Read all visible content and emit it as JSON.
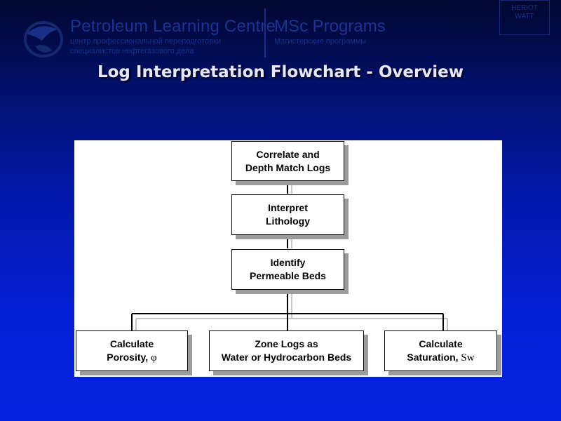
{
  "header": {
    "org_name": "Petroleum Learning Centre",
    "org_subtitle_line1": "центр профессиональной переподготовки",
    "org_subtitle_line2": "специалистов нефтегазового дела",
    "program_name": "MSc Programs",
    "program_subtitle": "Магистерские программы",
    "crest_line1": "HERIOT",
    "crest_line2": "WATT"
  },
  "title": "Log Interpretation Flowchart - Overview",
  "flowchart": {
    "steps": [
      {
        "line1": "Correlate and",
        "line2": "Depth Match Logs"
      },
      {
        "line1": "Interpret",
        "line2": "Lithology"
      },
      {
        "line1": "Identify",
        "line2": "Permeable Beds"
      }
    ],
    "outputs": [
      {
        "line1": "Calculate",
        "line2": "Porosity,",
        "symbol": "φ"
      },
      {
        "line1": "Zone Logs as",
        "line2": "Water or Hydrocarbon Beds",
        "symbol": ""
      },
      {
        "line1": "Calculate",
        "line2": "Saturation,",
        "symbol": "Sw"
      }
    ]
  },
  "colors": {
    "background_top": "#01072f",
    "background_bottom": "#0522df",
    "title_text": "#e6e8ff",
    "box_shadow": "#9c9c9c"
  }
}
